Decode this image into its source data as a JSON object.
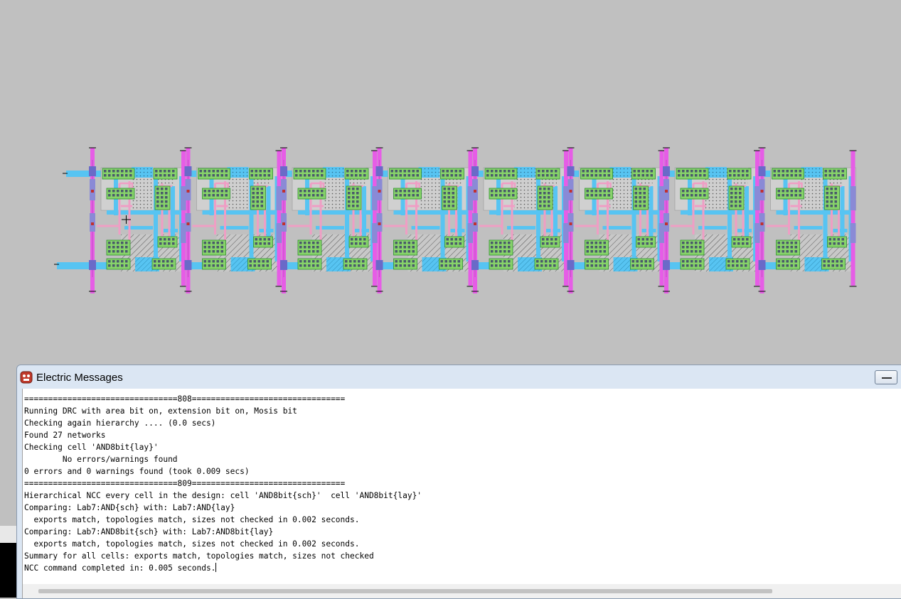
{
  "layout_view": {
    "background_color": "#c0c0c0",
    "cell_count": 8,
    "colors": {
      "metal1": "#57c4f2",
      "metal2": "#e65de6",
      "poly": "#ef9ec4",
      "active": "#87d36a",
      "via": "#4a5a6a",
      "well": "#d6d6d6"
    }
  },
  "messages_window": {
    "title": "Electric Messages",
    "icon": "electric-app-icon",
    "minimize_icon": "minimize-icon",
    "lines": [
      "================================808================================",
      "Running DRC with area bit on, extension bit on, Mosis bit",
      "Checking again hierarchy .... (0.0 secs)",
      "Found 27 networks",
      "Checking cell 'AND8bit{lay}'",
      "        No errors/warnings found",
      "0 errors and 0 warnings found (took 0.009 secs)",
      "================================809================================",
      "Hierarchical NCC every cell in the design: cell 'AND8bit{sch}'  cell 'AND8bit{lay}'",
      "Comparing: Lab7:AND{sch} with: Lab7:AND{lay}",
      "  exports match, topologies match, sizes not checked in 0.002 seconds.",
      "Comparing: Lab7:AND8bit{sch} with: Lab7:AND8bit{lay}",
      "  exports match, topologies match, sizes not checked in 0.002 seconds.",
      "Summary for all cells: exports match, topologies match, sizes not checked",
      "NCC command completed in: 0.005 seconds."
    ]
  }
}
